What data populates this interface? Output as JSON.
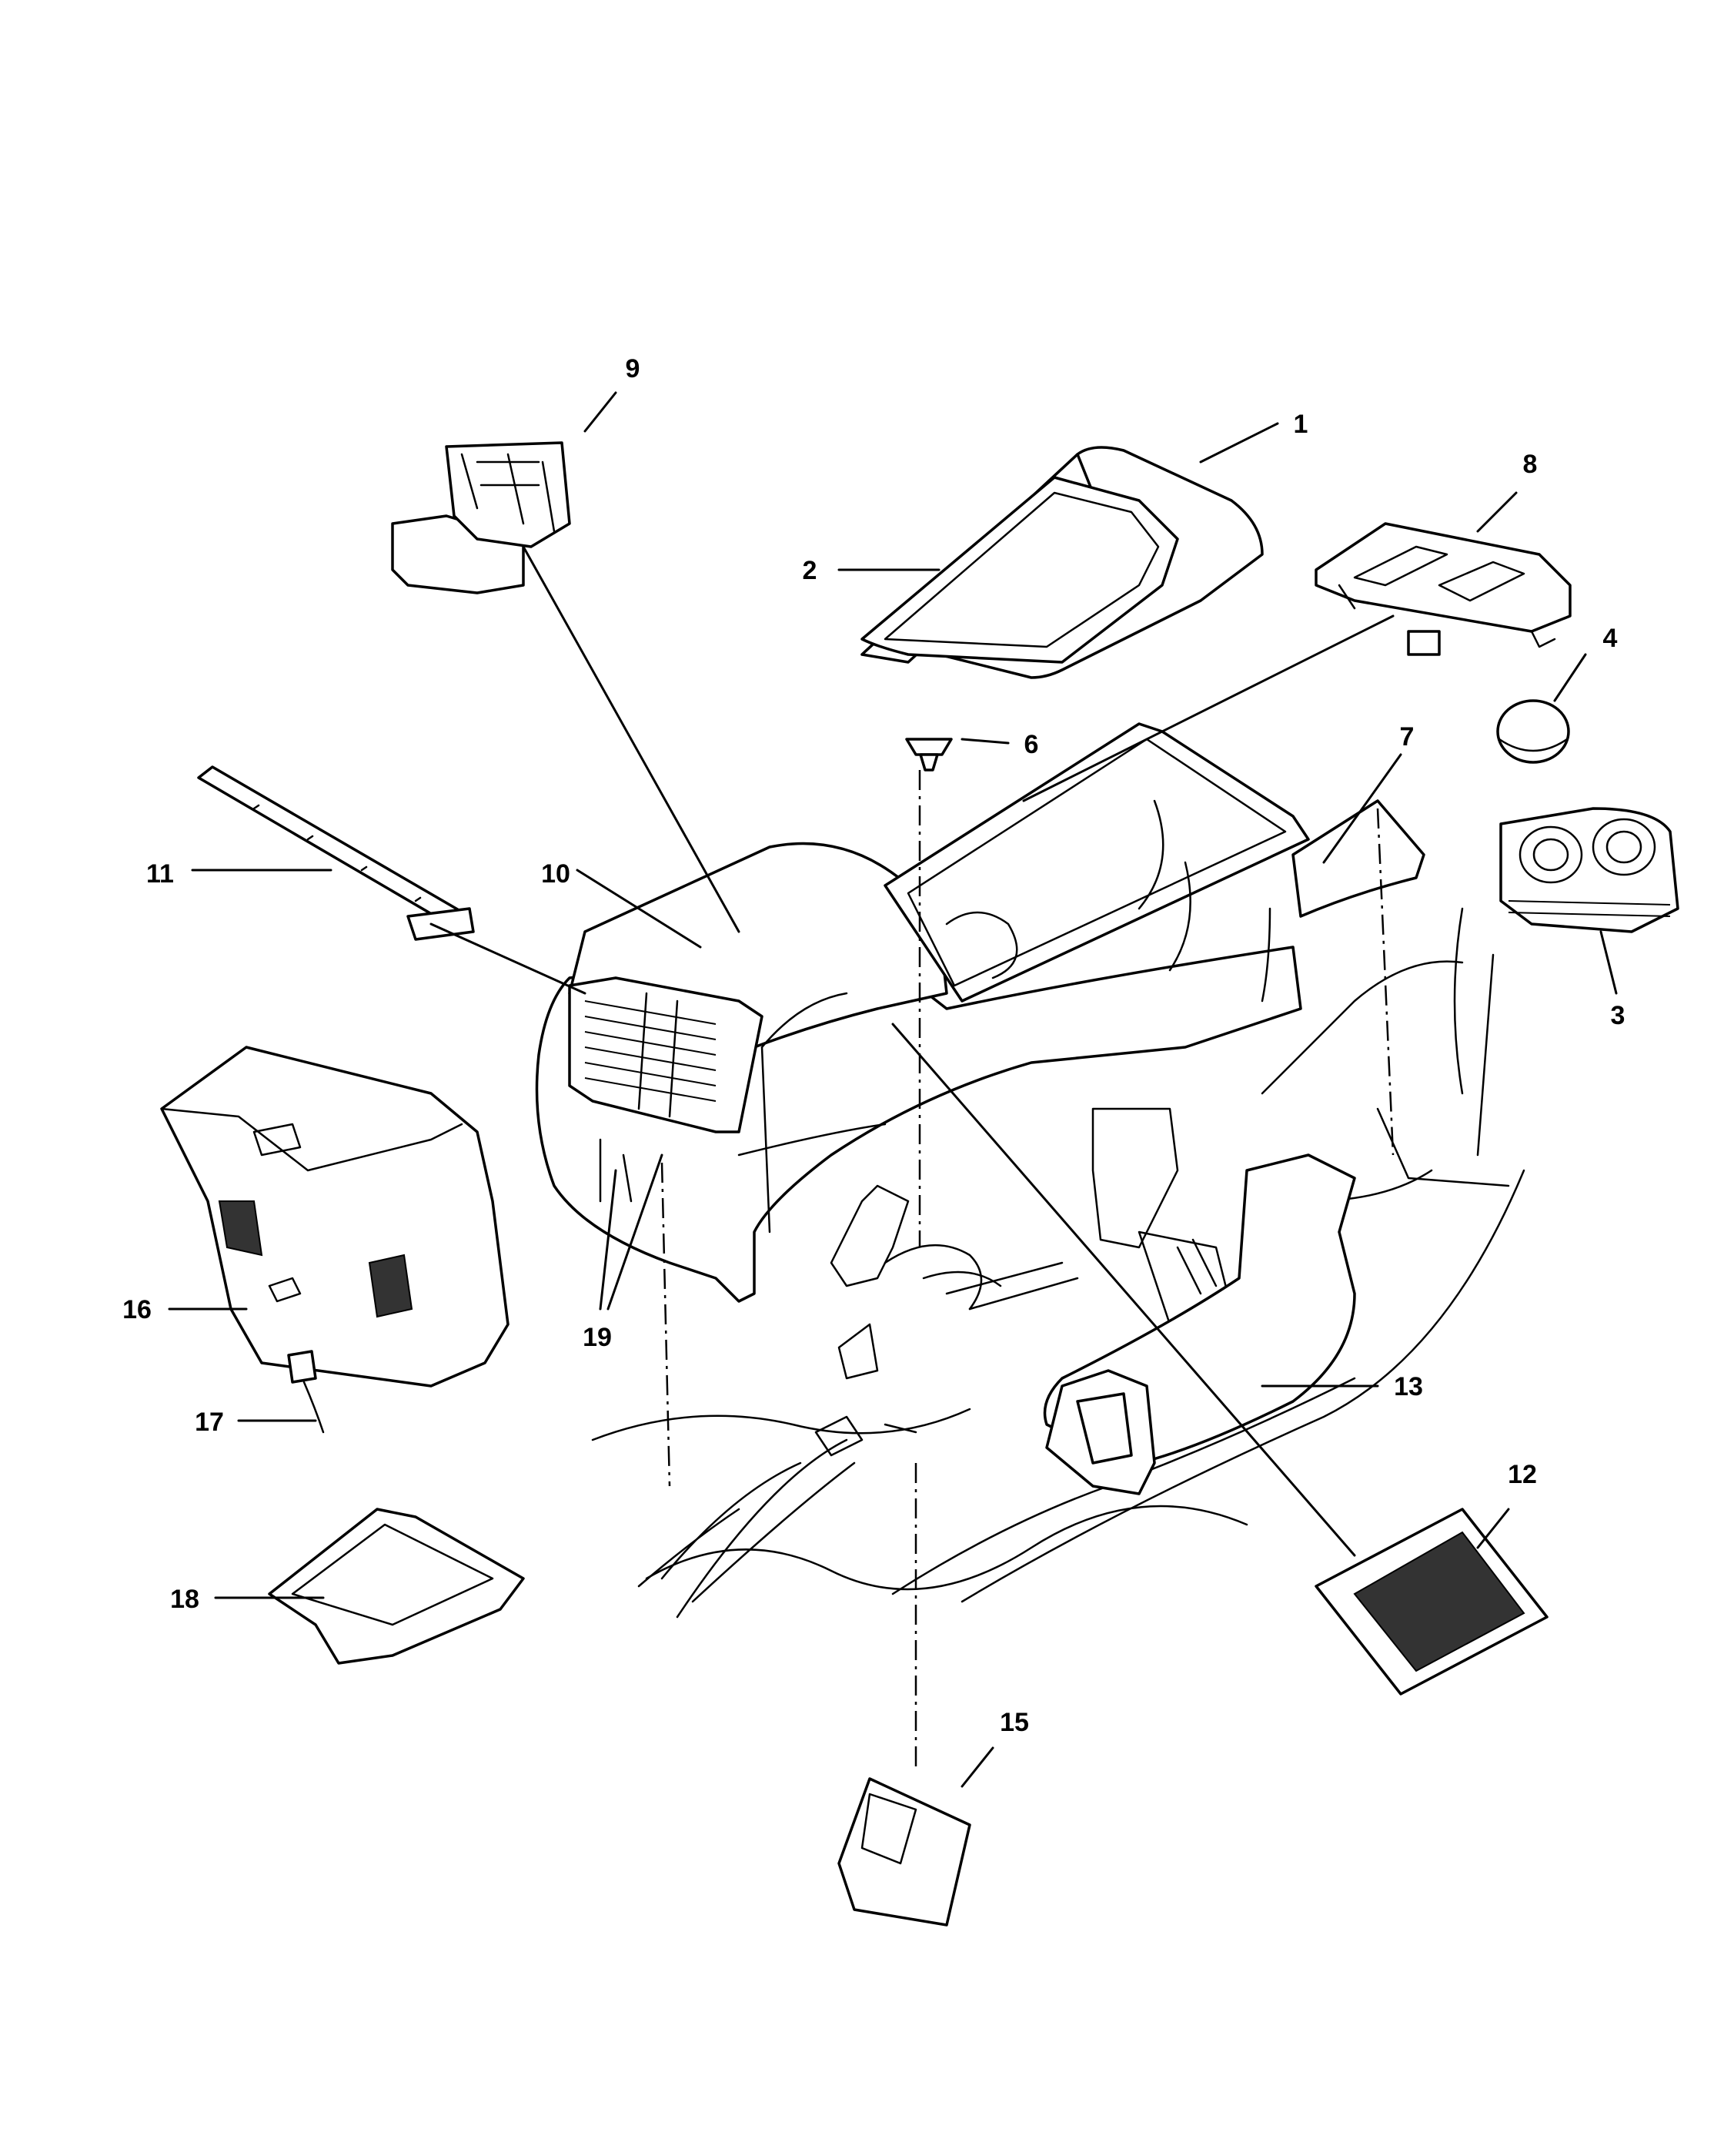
{
  "callouts": [
    {
      "id": "c1",
      "label": "1"
    },
    {
      "id": "c2",
      "label": "2"
    },
    {
      "id": "c3",
      "label": "3"
    },
    {
      "id": "c4",
      "label": "4"
    },
    {
      "id": "c6",
      "label": "6"
    },
    {
      "id": "c7",
      "label": "7"
    },
    {
      "id": "c8",
      "label": "8"
    },
    {
      "id": "c9",
      "label": "9"
    },
    {
      "id": "c10",
      "label": "10"
    },
    {
      "id": "c11",
      "label": "11"
    },
    {
      "id": "c12",
      "label": "12"
    },
    {
      "id": "c13",
      "label": "13"
    },
    {
      "id": "c15",
      "label": "15"
    },
    {
      "id": "c16",
      "label": "16"
    },
    {
      "id": "c17",
      "label": "17"
    },
    {
      "id": "c18",
      "label": "18"
    },
    {
      "id": "c19",
      "label": "19"
    }
  ],
  "colors": {
    "ink": "#000000",
    "paper": "#ffffff"
  }
}
